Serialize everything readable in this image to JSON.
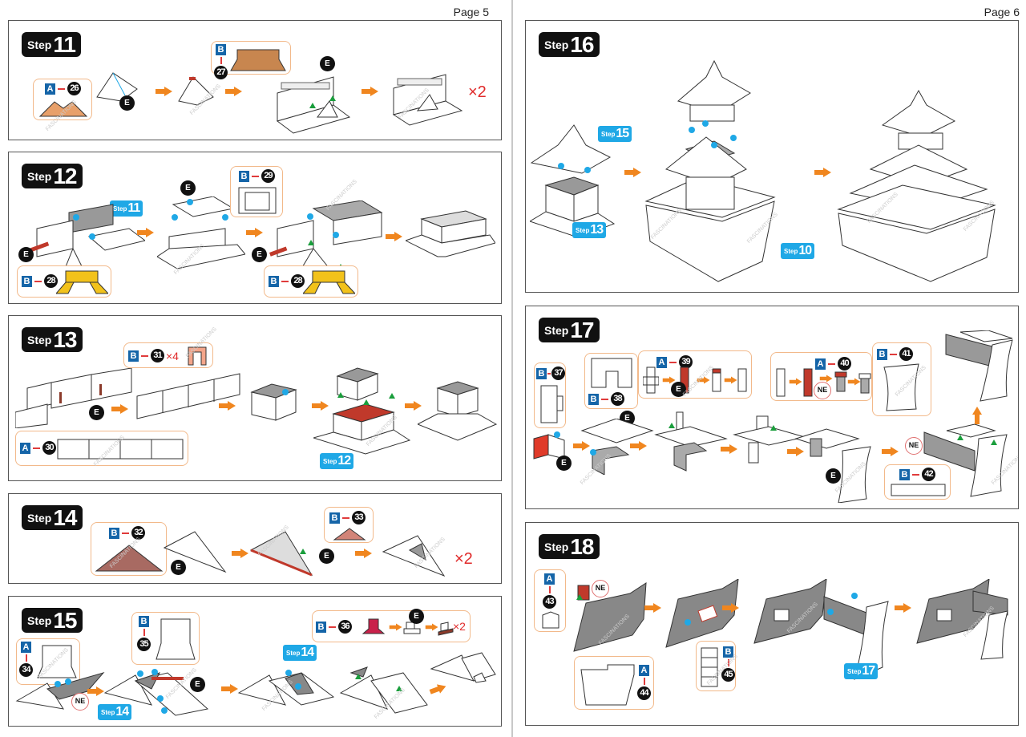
{
  "brand_watermark": "FASCINATIONS",
  "colors": {
    "step_tag_bg": "#111111",
    "ref_tag_bg": "#1fa8e6",
    "sheet_tag_bg": "#1565a8",
    "callout_border": "#f2b98a",
    "arrow": "#f0861f",
    "multiplier": "#e02a2a"
  },
  "pages": [
    {
      "page_label": "Page 5",
      "steps": [
        {
          "step_word": "Step",
          "step_number": "11",
          "parts": [
            {
              "sheet": "A",
              "part": "26"
            },
            {
              "sheet": "B",
              "part": "27"
            }
          ],
          "marker": "E",
          "multiplier": "×2"
        },
        {
          "step_word": "Step",
          "step_number": "12",
          "refs": [
            {
              "word": "Step",
              "number": "11"
            }
          ],
          "parts": [
            {
              "sheet": "B",
              "part": "28"
            },
            {
              "sheet": "B",
              "part": "29"
            },
            {
              "sheet": "B",
              "part": "28"
            }
          ],
          "marker": "E"
        },
        {
          "step_word": "Step",
          "step_number": "13",
          "refs": [
            {
              "word": "Step",
              "number": "12"
            }
          ],
          "parts": [
            {
              "sheet": "B",
              "part": "31",
              "qty": "×4"
            },
            {
              "sheet": "A",
              "part": "30"
            }
          ],
          "marker": "E"
        },
        {
          "step_word": "Step",
          "step_number": "14",
          "parts": [
            {
              "sheet": "B",
              "part": "32"
            },
            {
              "sheet": "B",
              "part": "33"
            }
          ],
          "marker": "E",
          "multiplier": "×2"
        },
        {
          "step_word": "Step",
          "step_number": "15",
          "refs": [
            {
              "word": "Step",
              "number": "14"
            },
            {
              "word": "Step",
              "number": "14"
            }
          ],
          "parts": [
            {
              "sheet": "A",
              "part": "34"
            },
            {
              "sheet": "B",
              "part": "35"
            },
            {
              "sheet": "B",
              "part": "36"
            }
          ],
          "marker": "E",
          "ne_label": "NE",
          "multiplier": "×2"
        }
      ]
    },
    {
      "page_label": "Page 6",
      "steps": [
        {
          "step_word": "Step",
          "step_number": "16",
          "refs": [
            {
              "word": "Step",
              "number": "15"
            },
            {
              "word": "Step",
              "number": "13"
            },
            {
              "word": "Step",
              "number": "10"
            }
          ]
        },
        {
          "step_word": "Step",
          "step_number": "17",
          "parts": [
            {
              "sheet": "B",
              "part": "37"
            },
            {
              "sheet": "B",
              "part": "38"
            },
            {
              "sheet": "A",
              "part": "39"
            },
            {
              "sheet": "A",
              "part": "40"
            },
            {
              "sheet": "B",
              "part": "41"
            },
            {
              "sheet": "B",
              "part": "42"
            }
          ],
          "marker": "E",
          "ne_label": "NE"
        },
        {
          "step_word": "Step",
          "step_number": "18",
          "refs": [
            {
              "word": "Step",
              "number": "17"
            }
          ],
          "parts": [
            {
              "sheet": "A",
              "part": "43"
            },
            {
              "sheet": "A",
              "part": "44"
            },
            {
              "sheet": "B",
              "part": "45"
            }
          ],
          "ne_label": "NE"
        }
      ]
    }
  ]
}
